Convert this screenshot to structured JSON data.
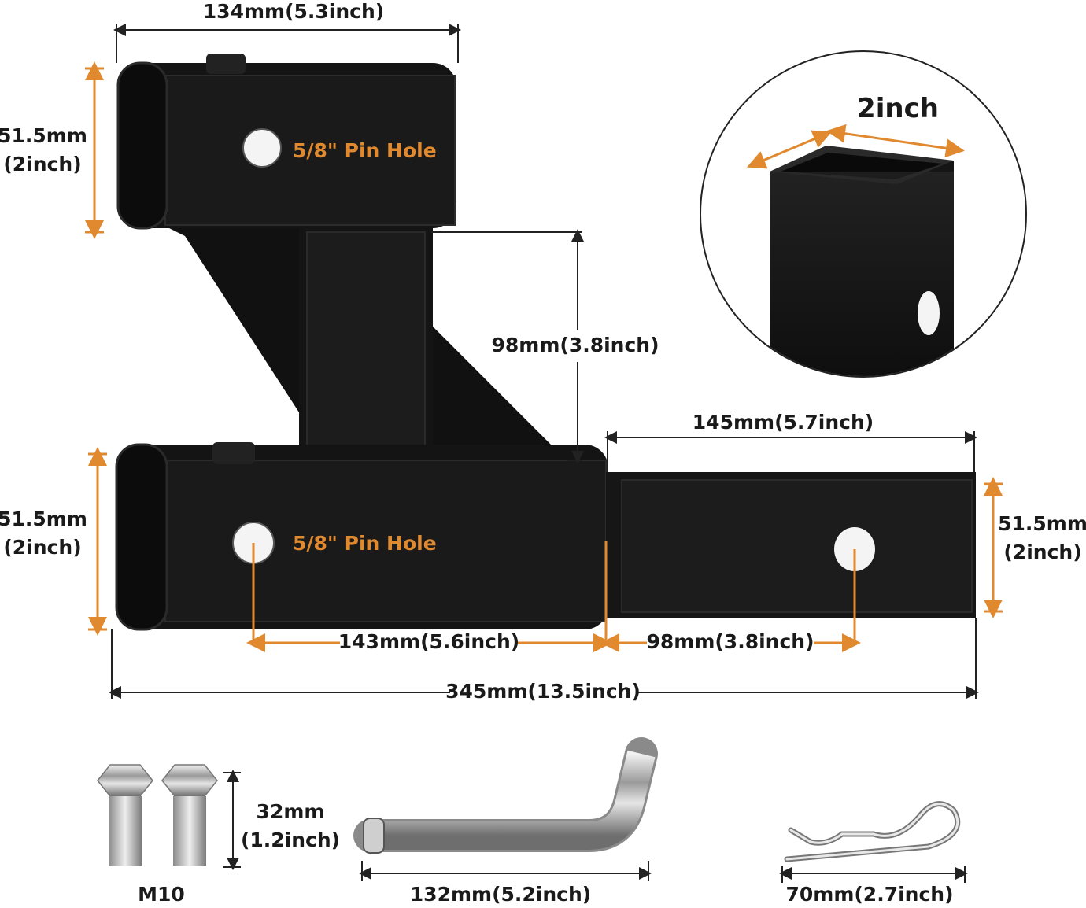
{
  "labels": {
    "top_width": "134mm(5.3inch)",
    "upper_height_mm": "51.5mm",
    "upper_height_in": "(2inch)",
    "pin_hole_upper": "5/8\" Pin Hole",
    "drop": "98mm(3.8inch)",
    "tube_size": "2inch",
    "shank_length": "145mm(5.7inch)",
    "lower_height_mm": "51.5mm",
    "lower_height_in": "(2inch)",
    "pin_hole_lower": "5/8\" Pin Hole",
    "shank_height_mm": "51.5mm",
    "shank_height_in": "(2inch)",
    "hole_spacing_1": "143mm(5.6inch)",
    "hole_spacing_2": "98mm(3.8inch)",
    "total_length": "345mm(13.5inch)",
    "bolt_length_mm": "32mm",
    "bolt_length_in": "(1.2inch)",
    "bolt_size": "M10",
    "pin_length": "132mm(5.2inch)",
    "clip_length": "70mm(2.7inch)"
  },
  "icons": {
    "hitch": "drop-hitch-icon",
    "tube_detail": "square-tube-icon",
    "bolts": "hex-bolt-icon",
    "pin": "hitch-pin-icon",
    "clip": "hairpin-clip-icon"
  },
  "colors": {
    "accent": "#e0892f",
    "metal": "#141414",
    "text": "#1a1a1a",
    "dim_line": "#222222"
  }
}
